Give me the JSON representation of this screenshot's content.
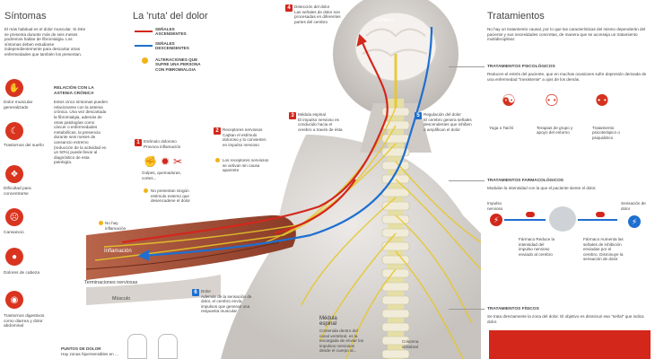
{
  "sintomas": {
    "title": "Síntomas",
    "intro": "El más habitual es el dolor muscular. Si éste se presenta durante más de seis meses podremos hablar de fibromialgia. Los síntomas deben estudiarse independientemente para descartar otras enfermedades que también los presentan.",
    "items": [
      {
        "label": "Dolor muscular generalizado",
        "icon": "muscle-pain-icon"
      },
      {
        "label": "Trastornos del sueño",
        "icon": "bed-icon"
      },
      {
        "label": "Dificultad para concentrarse",
        "icon": "brain-icon"
      },
      {
        "label": "Cansancio",
        "icon": "tired-icon"
      },
      {
        "label": "Dolores de cabeza",
        "icon": "head-icon"
      },
      {
        "label": "Trastornos digestivos como diarrea y dolor abdominal",
        "icon": "stomach-icon"
      }
    ],
    "relacion_title": "RELACIÓN CON LA ASTENIA CRÓNICA",
    "relacion_text": "Estos cinco síntomas pueden relacionarse con la astenia crónica. Una vez descartada la fibromialgia, además de otras patologías como cáncer o enfermedades metabólicas, la presencia durante seis meses de cansancio extremo (reducción de la actividad en un 50%) puede llevar al diagnóstico de esta patología.",
    "puntos_title": "PUNTOS DE DOLOR",
    "puntos_text": "Hay zonas hipersensibles en ..."
  },
  "ruta": {
    "title": "La 'ruta' del dolor",
    "legend": [
      {
        "label": "SEÑALES ASCENDENTES",
        "color": "#d3271c"
      },
      {
        "label": "SEÑALES DESCENDENTES",
        "color": "#1e6fd0"
      },
      {
        "label": "ALTERACIONES QUE SUFRE UNA PERSONA CON FIBROMIALGIA",
        "color": "#f2b319"
      }
    ],
    "steps": [
      {
        "num": "1",
        "title": "Estímulo doloroso",
        "text": "Provoca inflamación",
        "color": "#d3271c"
      },
      {
        "num": "2",
        "title": "Receptores nerviosos",
        "text": "Captan el estímulo doloroso y lo convierten en impulso nervioso",
        "color": "#d3271c"
      },
      {
        "num": "3",
        "title": "Médula espinal",
        "text": "El impulso nervioso es conducido hacia el cerebro a través de ésta",
        "color": "#d3271c"
      },
      {
        "num": "4",
        "title": "Detección del dolor",
        "text": "Las señales de dolor son procesadas en diferentes partes del cerebro",
        "color": "#d3271c"
      },
      {
        "num": "5",
        "title": "Regulación del dolor",
        "text": "El cerebro genera señales descendentes que inhiben o amplifican el dolor",
        "color": "#1e6fd0"
      },
      {
        "num": "6",
        "title": "Dolor",
        "text": "Además de la sensación de dolor, el cerebro envía impulsos que generan una respuesta muscular",
        "color": "#1e6fd0"
      }
    ],
    "stimulus_examples": "Golpes, quemaduras, cortes...",
    "no_stimulus": "No presentan ningún estímulo externo que desencadene el dolor",
    "receptors_fibro": "Los receptores nerviosos se activan sin causa aparente",
    "no_inflamacion": "No hay inflamación",
    "cerebro": "Cerebro",
    "inflamacion": "Inflamación",
    "terminaciones": "Terminaciones nerviosas",
    "musculo": "Músculo",
    "medula_title": "Médula espinal",
    "medula_text": "Contenida dentro del canal vertebral, es la encargada de enviar los impulsos nerviosos desde el cuerpo al...",
    "columna": "Columna vertebral"
  },
  "tratamientos": {
    "title": "Tratamientos",
    "intro": "No hay un tratamiento causal, por lo que las características del mismo dependerán del paciente y sus necesidades concretas, de manera que se aconseja un tratamiento multidisciplinar.",
    "psico_title": "TRATAMIENTOS PSICOLÓGICOS",
    "psico_text": "Reducen el estrés del paciente, que en muchas ocasiones sufre depresión derivada de una enfermedad \"inexistente\" a ojos de los demás.",
    "psico_items": [
      {
        "label": "Yoga o Taichí",
        "icon": "yoga-icon"
      },
      {
        "label": "Terapias de grupo y apoyo del entorno",
        "icon": "group-therapy-icon"
      },
      {
        "label": "Tratamiento psicoterápico o psiquiátrico",
        "icon": "therapy-icon"
      }
    ],
    "farma_title": "TRATAMIENTOS FARMACOLÓGICOS",
    "farma_text": "Modulan la intensidad con la que el paciente siente el dolor.",
    "farma_impulso": "Impulso nervioso",
    "farma_sensacion": "Sensación de dolor",
    "farma_f1": "Fármaco Reduce la intensidad del impulso nervioso enviado al cerebro",
    "farma_f2": "Fármaco Aumenta las señales de inhibición enviadas por el cerebro. Disminuye la sensación de dolor",
    "fisicos_title": "TRATAMIENTOS FÍSICOS",
    "fisicos_text": "Se trata directamente la zona del dolor. El objetivo es disminuir esa \"señal\" que indica dolor."
  }
}
